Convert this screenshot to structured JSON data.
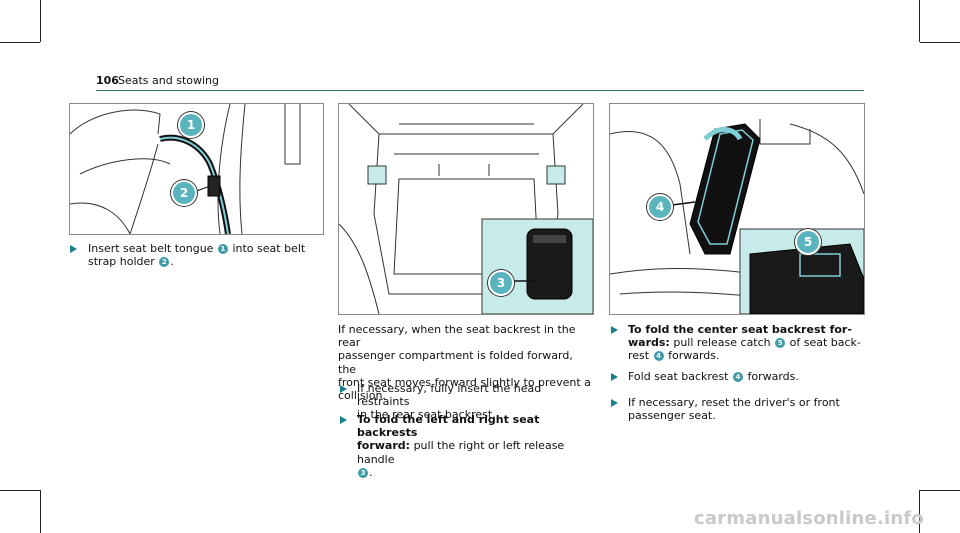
{
  "header": {
    "page_number": "106",
    "section_title": "Seats and stowing"
  },
  "figures": {
    "fig1": {
      "callouts": [
        "1",
        "2"
      ]
    },
    "fig2": {
      "callouts": [
        "3"
      ]
    },
    "fig3": {
      "callouts": [
        "4",
        "5"
      ]
    }
  },
  "col1": {
    "bullet1": {
      "p1": "Insert seat belt tongue",
      "n1": "1",
      "p2": "into seat belt",
      "p3": "strap holder",
      "n2": "2",
      "p4": "."
    }
  },
  "col2": {
    "intro_lines": [
      "If necessary, when the seat backrest in the rear",
      "passenger compartment is folded forward, the",
      "front seat moves forward slightly to prevent a",
      "collision."
    ],
    "bullet1_lines": [
      "If necessary, fully insert the head restraints",
      "in the rear seat backrest."
    ],
    "bullet2": {
      "bold1": "To fold the left and right seat backrests",
      "bold2": "forward:",
      "rest": "pull the right or left release handle",
      "n": "3",
      "end": "."
    }
  },
  "col3": {
    "bullet1": {
      "bold1": "To fold the center seat backrest for-",
      "bold2": "wards:",
      "t1": "pull release catch",
      "n1": "5",
      "t2": "of seat back-",
      "t3": "rest",
      "n2": "4",
      "t4": "forwards."
    },
    "bullet2": {
      "t1": "Fold seat backrest",
      "n": "4",
      "t2": "forwards."
    },
    "bullet3_lines": [
      "If necessary, reset the driver's or front",
      "passenger seat."
    ]
  },
  "watermark": "carmanualsonline.info",
  "colors": {
    "accent": "#5ab4be",
    "highlight": "#c7ebe9",
    "rule": "#3a6f7a"
  }
}
